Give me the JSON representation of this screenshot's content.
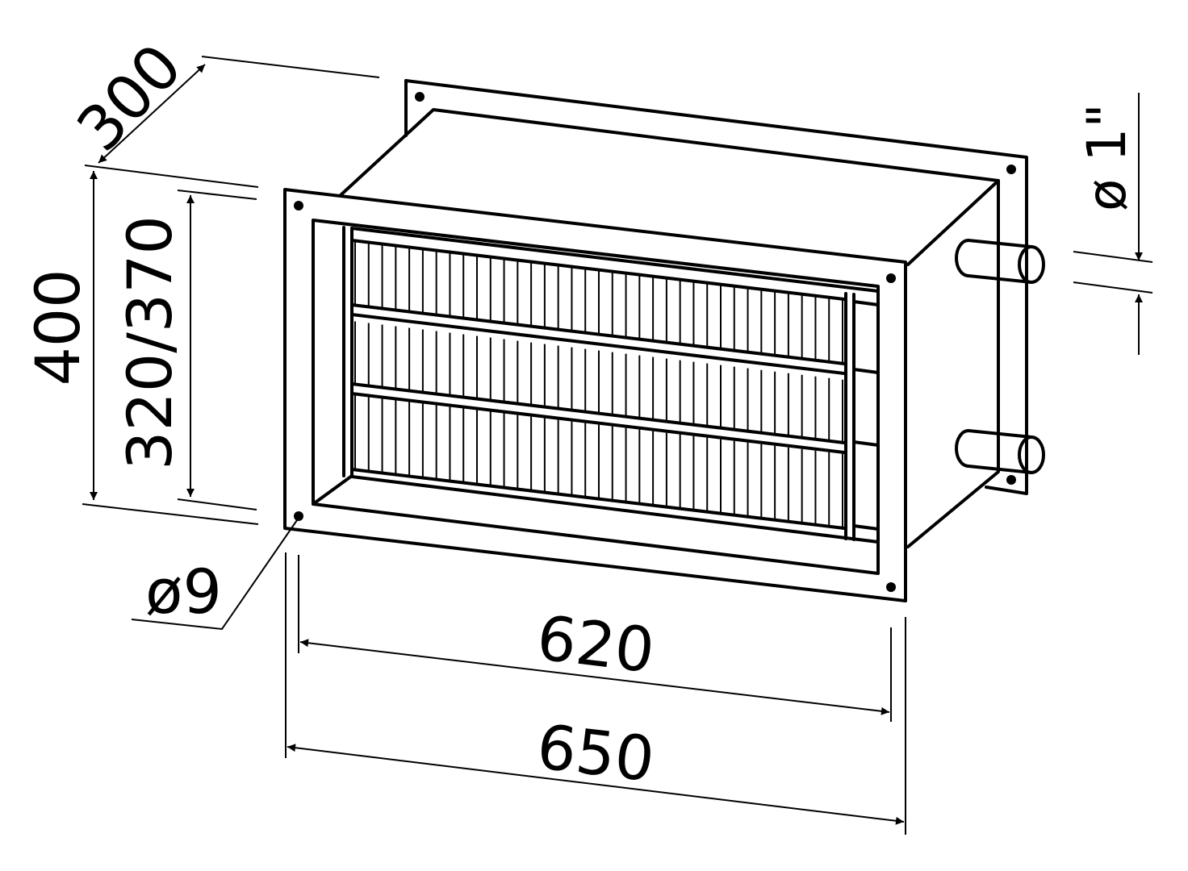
{
  "dimensions": {
    "depth": "300",
    "height_outer": "400",
    "height_inner": "320/370",
    "width_inner": "620",
    "width_outer": "650",
    "hole_diameter": "ø9",
    "pipe_diameter": "ø 1\""
  },
  "colors": {
    "line": "#000000",
    "background": "#ffffff"
  }
}
